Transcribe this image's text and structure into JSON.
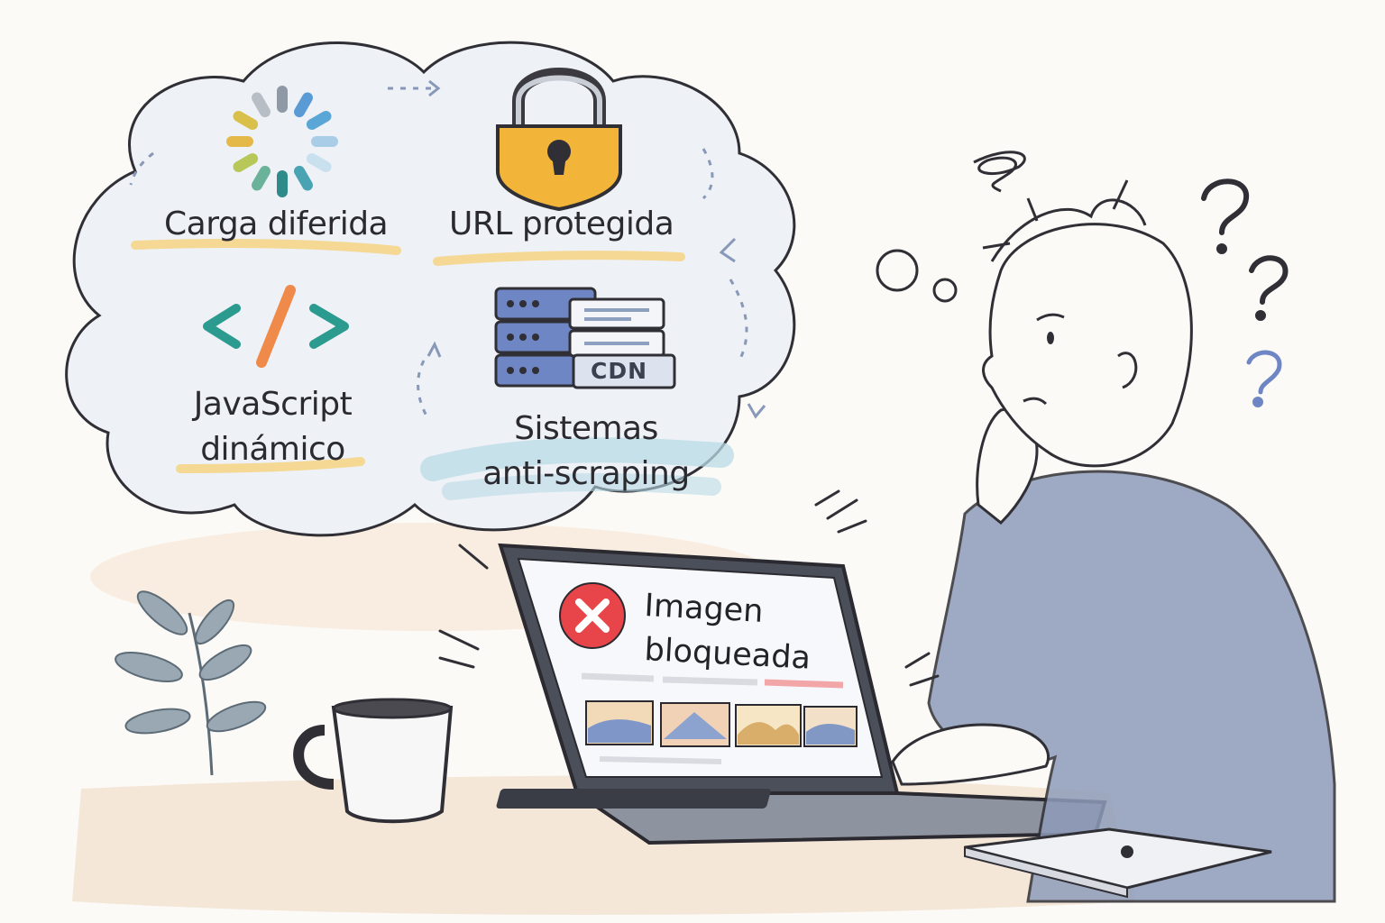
{
  "thought_bubble": {
    "items": [
      {
        "label": "Carga diferida",
        "icon": "loading-spinner-icon"
      },
      {
        "label": "URL protegida",
        "icon": "padlock-icon"
      },
      {
        "label": "JavaScript dinámico",
        "line1": "JavaScript",
        "line2": "dinámico",
        "icon": "code-brackets-icon"
      },
      {
        "label": "Sistemas anti-scraping",
        "line1": "Sistemas",
        "line2": "anti-scraping",
        "icon": "server-stack-icon"
      }
    ],
    "cdn_badge": "CDN"
  },
  "laptop": {
    "error_title_line1": "Imagen",
    "error_title_line2": "bloqueada",
    "error_icon": "error-x-icon",
    "thumbnails_count": 4
  },
  "colors": {
    "padlock": "#f2b53a",
    "error_red": "#e8454a",
    "sweater": "#8e9cba",
    "highlight_yellow": "#f5d27a",
    "highlight_blue": "#b9dbe6",
    "code_teal": "#2b9a8f",
    "code_orange": "#ef8a4a"
  }
}
